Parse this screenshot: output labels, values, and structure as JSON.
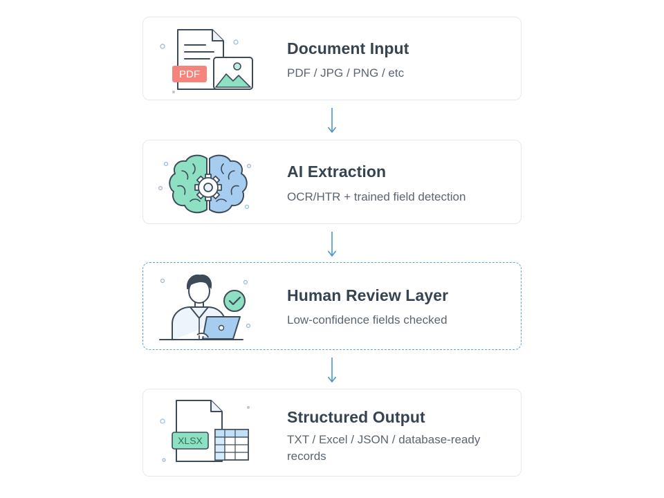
{
  "steps": [
    {
      "title": "Document Input",
      "desc": "PDF / JPG / PNG / etc",
      "badge": "PDF"
    },
    {
      "title": "AI Extraction",
      "desc": "OCR/HTR + trained field detection"
    },
    {
      "title": "Human Review Layer",
      "desc": "Low-confidence fields checked"
    },
    {
      "title": "Structured Output",
      "desc": "TXT / Excel / JSON / database-ready records",
      "badge": "XLSX"
    }
  ],
  "colors": {
    "border": "#e4e8ed",
    "accent_blue": "#4a93cf",
    "accent_green": "#6fd1b0",
    "pdf_red": "#ef7b74",
    "text_dark": "#364350",
    "text_muted": "#5a6570"
  },
  "icons": [
    "document-image-icon",
    "brain-gear-icon",
    "person-laptop-check-icon",
    "spreadsheet-file-icon"
  ]
}
